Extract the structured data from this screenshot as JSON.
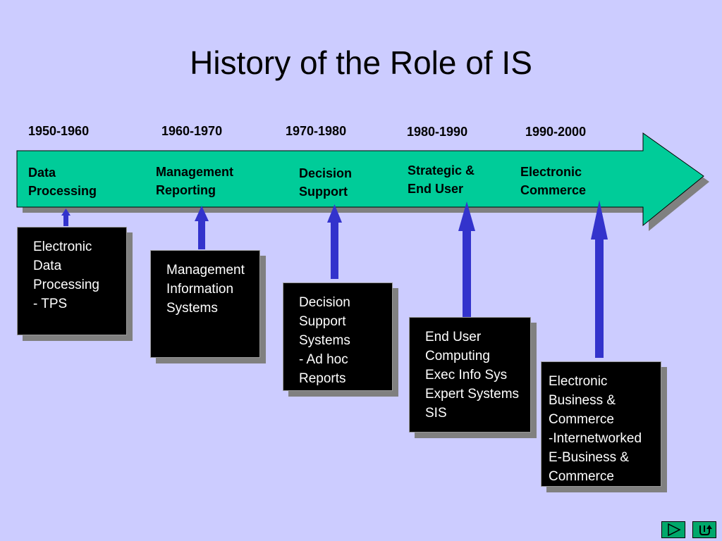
{
  "title": "History of the Role of IS",
  "timeline": [
    {
      "years": "1950-1960",
      "era": "Data\nProcessing",
      "system": "Electronic\nData\nProcessing\n- TPS"
    },
    {
      "years": "1960-1970",
      "era": "Management\nReporting",
      "system": "Management\nInformation\nSystems"
    },
    {
      "years": "1970-1980",
      "era": "Decision\nSupport",
      "system": "Decision\nSupport\nSystems\n- Ad hoc\nReports"
    },
    {
      "years": "1980-1990",
      "era": "Strategic &\nEnd User",
      "system": "End User\nComputing\nExec Info Sys\nExpert Systems\nSIS"
    },
    {
      "years": "1990-2000",
      "era": "Electronic\nCommerce",
      "system": "Electronic\nBusiness &\nCommerce\n-Internetworked\nE-Business &\nCommerce"
    }
  ],
  "colors": {
    "background": "#ccccff",
    "timeline_arrow": "#00cc99",
    "up_arrows": "#3333cc",
    "boxes": "#000000"
  },
  "nav": {
    "next_icon": "play-triangle-icon",
    "return_icon": "return-arrow-icon"
  }
}
